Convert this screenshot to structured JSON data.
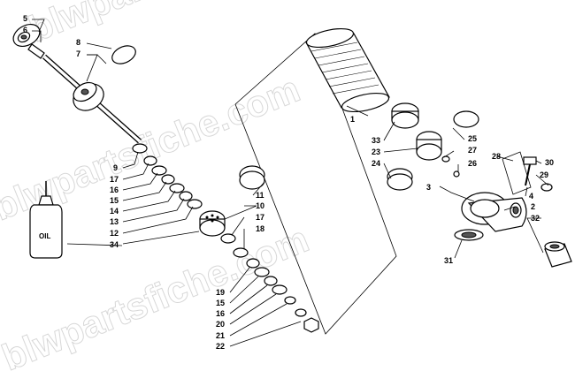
{
  "watermark": "blwpartsfiche.com",
  "oil_label": "OIL",
  "callouts": {
    "c1": "1",
    "c2": "2",
    "c3": "3",
    "c4": "4",
    "c5": "5",
    "c6": "6",
    "c7": "7",
    "c8": "8",
    "c9": "9",
    "c10": "10",
    "c11": "11",
    "c12": "12",
    "c13": "13",
    "c14": "14",
    "c15a": "15",
    "c15b": "15",
    "c16a": "16",
    "c16b": "16",
    "c17a": "17",
    "c17b": "17",
    "c18": "18",
    "c19": "19",
    "c20": "20",
    "c21": "21",
    "c22": "22",
    "c23": "23",
    "c24": "24",
    "c25": "25",
    "c26": "26",
    "c27": "27",
    "c28": "28",
    "c29": "29",
    "c30": "30",
    "c31": "31",
    "c32": "32",
    "c33": "33",
    "c34": "34"
  }
}
